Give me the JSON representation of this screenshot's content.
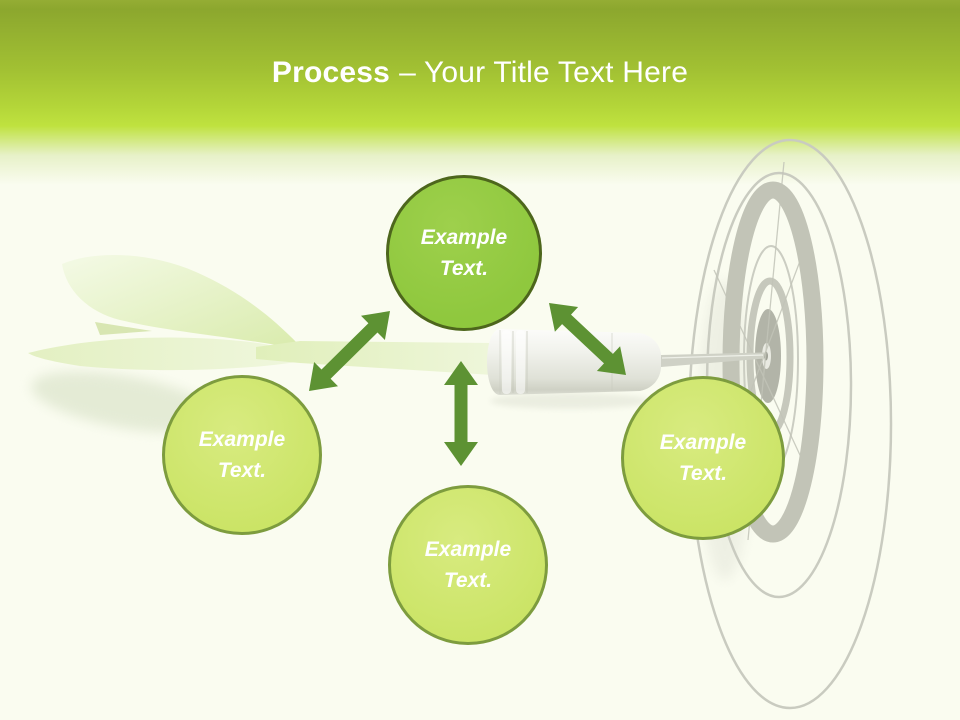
{
  "slide": {
    "title": {
      "bold": "Process",
      "rest": "– Your Title Text Here"
    }
  },
  "circles": {
    "top": {
      "line1": "Example",
      "line2": "Text."
    },
    "left": {
      "line1": "Example",
      "line2": "Text."
    },
    "bottom": {
      "line1": "Example",
      "line2": "Text."
    },
    "right": {
      "line1": "Example",
      "line2": "Text."
    }
  },
  "decorations": {
    "icons": [
      "dart-icon",
      "target-icon",
      "double-arrow-upper-left-icon",
      "double-arrow-down-icon",
      "double-arrow-upper-right-icon"
    ]
  },
  "colors": {
    "background": "#FAFCF0",
    "header_green_top": "#8CA72E",
    "header_green_bright": "#BFE23F",
    "title_text": "#FFFFFF",
    "primary_circle_fill": "#8FC83E",
    "primary_circle_border": "#4D661C",
    "secondary_circle_fill": "#CBE466",
    "secondary_circle_border": "#7D9C3E",
    "arrow_green": "#5D9233",
    "target_gray": "#C9CBC0",
    "dart_flight_green": "#E6F2C8",
    "barrel_silver": "#E6E8DF"
  }
}
